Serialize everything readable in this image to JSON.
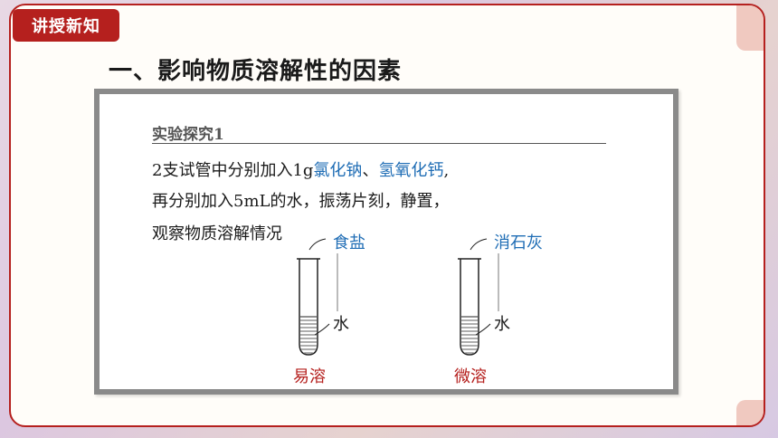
{
  "section_badge": "讲授新知",
  "heading": "一、影响物质溶解性的因素",
  "card": {
    "title": "实验探究1",
    "line1": {
      "prefix": "2支试管中分别加入1g",
      "chem_a": "氯化钠",
      "sep": "、",
      "chem_b": "氢氧化钙",
      "suffix": ","
    },
    "line2": "再分别加入5mL的水，振荡片刻，静置，",
    "line3": "观察物质溶解情况",
    "tubes": [
      {
        "top_label": "食盐",
        "side_label": "水",
        "result": "易溶"
      },
      {
        "top_label": "消石灰",
        "side_label": "水",
        "result": "微溶"
      }
    ]
  },
  "colors": {
    "brand_red": "#b5201e",
    "chem_blue": "#1f6db5",
    "frame_gray": "#8a8a8a"
  }
}
